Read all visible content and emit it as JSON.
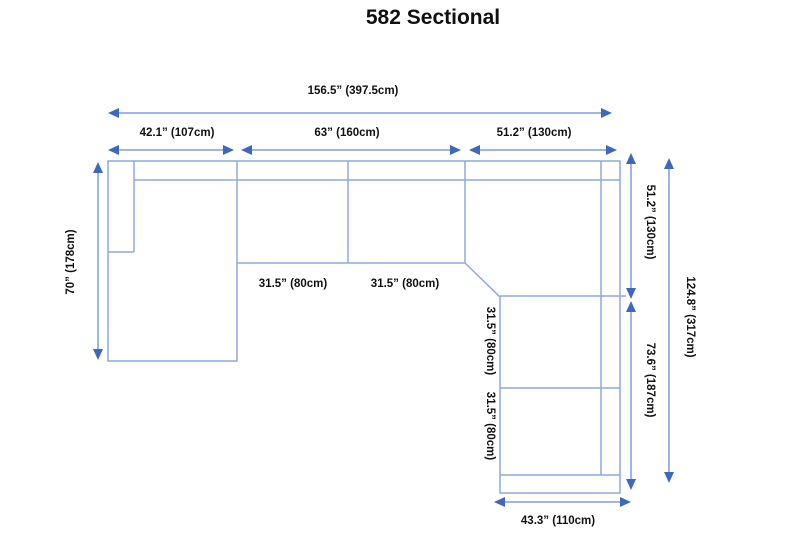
{
  "title": "582 Sectional",
  "colors": {
    "shape_line": "#8faadc",
    "dimension_line": "#7f9fd9",
    "arrowhead": "#3e68c0",
    "text": "#111111"
  },
  "labels": {
    "overall_width": "156.5” (397.5cm)",
    "chaise_width": "42.1” (107cm)",
    "middle_width": "63” (160cm)",
    "right_width": "51.2” (130cm)",
    "chaise_depth": "70” (178cm)",
    "mid_seat_1": "31.5” (80cm)",
    "mid_seat_2": "31.5” (80cm)",
    "right_seat_1": "31.5” (80cm)",
    "right_seat_2": "31.5” (80cm)",
    "right_upper_depth": "51.2” (130cm)",
    "right_lower_depth": "73.6” (187cm)",
    "overall_depth": "124.8” (317cm)",
    "bottom_width": "43.3” (110cm)"
  }
}
